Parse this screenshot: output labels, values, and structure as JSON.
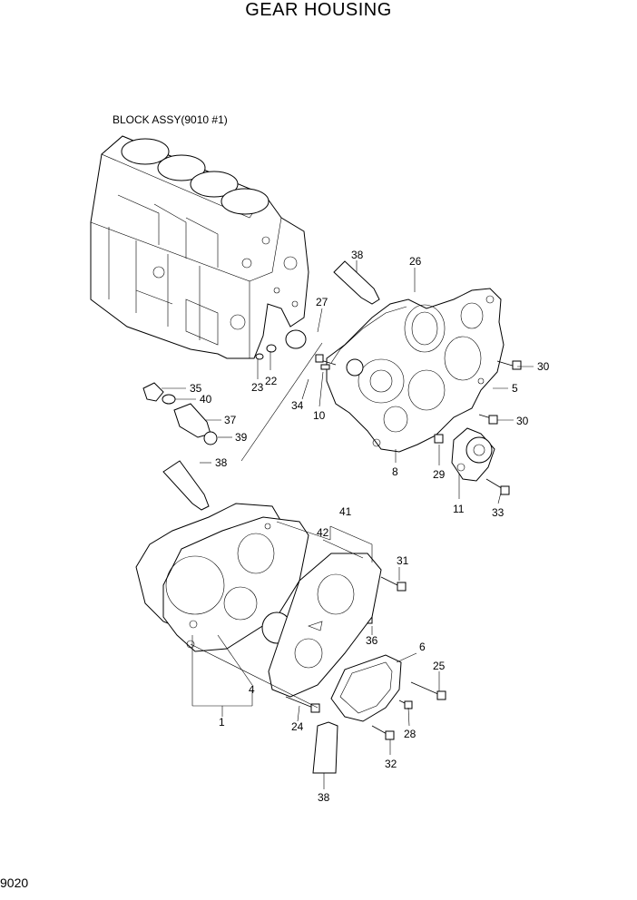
{
  "title": "GEAR HOUSING",
  "block_label": "BLOCK ASSY(9010 #1)",
  "page_number": "9020",
  "part_labels": [
    "38",
    "26",
    "27",
    "30",
    "5",
    "30",
    "35",
    "40",
    "37",
    "39",
    "38",
    "34",
    "10",
    "23",
    "22",
    "8",
    "29",
    "11",
    "33",
    "41",
    "42",
    "31",
    "36",
    "6",
    "25",
    "4",
    "1",
    "24",
    "28",
    "32",
    "38"
  ]
}
